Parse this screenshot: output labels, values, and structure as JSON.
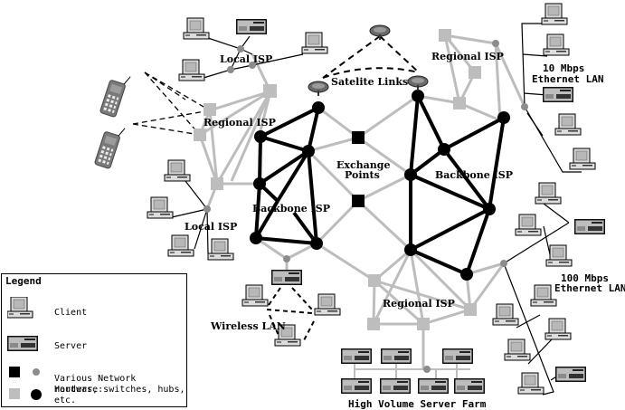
{
  "labels": {
    "local_isp_top": "Local ISP",
    "local_isp_left": "Local ISP",
    "regional_isp_left": "Regional ISP",
    "regional_isp_top_right": "Regional ISP",
    "regional_isp_bottom": "Regional ISP",
    "backbone_isp_left": "Backbone ISP",
    "backbone_isp_right": "Backbone ISP",
    "satellite_links": "Satelite Links",
    "exchange_points_line1": "Exchange",
    "exchange_points_line2": "Points",
    "ethernet_10_line1": "10 Mbps",
    "ethernet_10_line2": "Ethernet LAN",
    "ethernet_100_line1": "100 Mbps",
    "ethernet_100_line2": "Ethernet LAN",
    "wireless_lan": "Wireless LAN",
    "server_farm": "High Volume Server Farm"
  },
  "legend": {
    "title": "Legend",
    "client": "Client",
    "server": "Server",
    "hardware_line1": "Various Network Hardware:",
    "hardware_line2": "routers, switches, hubs, etc."
  },
  "colors": {
    "backbone": "#000000",
    "regional": "#bdbdbd",
    "hub": "#8c8c8c",
    "lan_link": "#000000"
  }
}
